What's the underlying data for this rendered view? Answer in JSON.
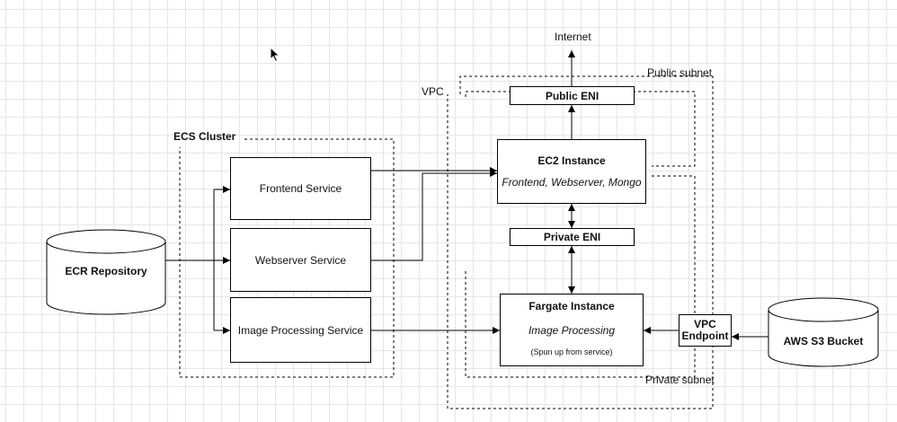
{
  "labels": {
    "internet": "Internet",
    "public_subnet": "Public subnet",
    "vpc": "VPC",
    "ecs_cluster": "ECS Cluster",
    "private_subnet": "Private subnet"
  },
  "nodes": {
    "public_eni": "Public ENI",
    "ec2_title": "EC2 Instance",
    "ec2_sub": "Frontend, Webserver, Mongo",
    "private_eni": "Private ENI",
    "fargate_title": "Fargate Instance",
    "fargate_sub": "Image Processing",
    "fargate_note": "(Spun up from service)",
    "frontend_service": "Frontend Service",
    "webserver_service": "Webserver Service",
    "image_processing_service": "Image Processing Service",
    "ecr_repository": "ECR Repository",
    "vpc_endpoint_line1": "VPC",
    "vpc_endpoint_line2": "Endpoint",
    "aws_s3_bucket": "AWS S3 Bucket"
  },
  "colors": {
    "stroke": "#000000",
    "grid": "#e6e6e6"
  },
  "icons": [
    "mouse-cursor-icon"
  ]
}
